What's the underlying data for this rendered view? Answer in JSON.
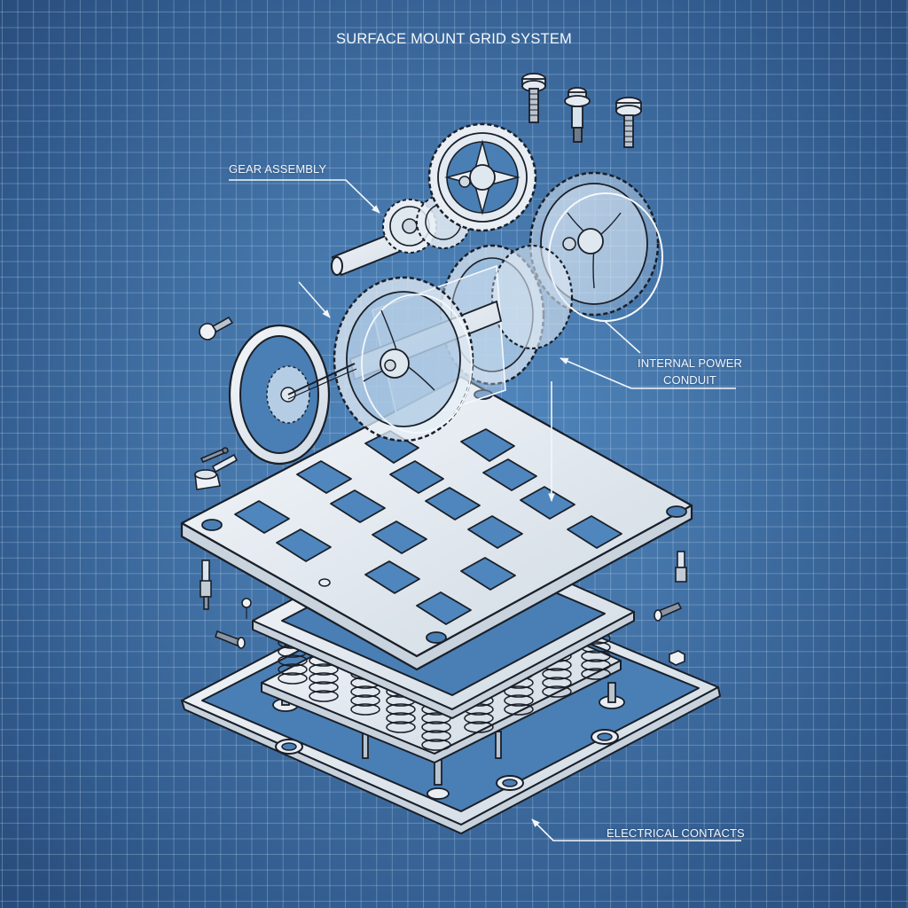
{
  "diagram": {
    "title": "SURFACE MOUNT GRID SYSTEM",
    "style": "blueprint exploded isometric view",
    "colors": {
      "background_center": "#5189c0",
      "background_edge": "#274b7a",
      "grid_line": "#bed7f0",
      "part_fill": "#e8eef4",
      "part_stroke": "#1a1f28",
      "label_text": "#f2f7fc"
    },
    "labels": [
      {
        "id": "gear-assembly",
        "text": "GEAR ASSEMBLY"
      },
      {
        "id": "internal-power-conduit",
        "line1": "INTERNAL POWER",
        "line2": "CONDUIT"
      },
      {
        "id": "electrical-contacts",
        "text": "ELECTRICAL CONTACTS"
      }
    ],
    "components": [
      "screws-top-3",
      "gear-train-upper",
      "drive-shaft",
      "flywheel-ring",
      "transparent-drum",
      "top-grid-plate-16-cells",
      "spacer-frame",
      "spring-array",
      "base-frame",
      "loose-fasteners"
    ],
    "grid_plate": {
      "rows": 4,
      "cols": 4,
      "cells": 16,
      "mounting_holes": 4
    }
  }
}
